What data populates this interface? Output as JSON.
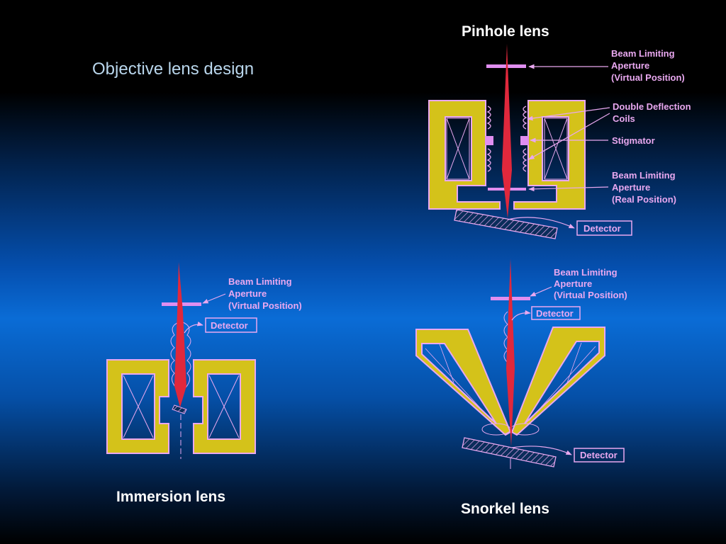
{
  "slide": {
    "title": "Objective lens design"
  },
  "pinhole": {
    "title": "Pinhole lens",
    "labels": {
      "aperture_virtual": [
        "Beam Limiting",
        "Aperture",
        "(Virtual Position)"
      ],
      "deflection": [
        "Double Deflection",
        "Coils"
      ],
      "stigmator": "Stigmator",
      "aperture_real": [
        "Beam Limiting",
        "Aperture",
        "(Real Position)"
      ],
      "detector": "Detector"
    }
  },
  "immersion": {
    "title": "Immersion lens",
    "labels": {
      "aperture_virtual": [
        "Beam Limiting",
        "Aperture",
        "(Virtual Position)"
      ],
      "detector": "Detector"
    }
  },
  "snorkel": {
    "title": "Snorkel lens",
    "labels": {
      "aperture_virtual": [
        "Beam Limiting",
        "Aperture",
        "(Virtual Position)"
      ],
      "detector_top": "Detector",
      "detector_bottom": "Detector"
    }
  },
  "colors": {
    "pole_fill": "#d4c21a",
    "pole_edge": "#e9a8f0",
    "beam": "#e0283c",
    "label": "#e9a8f0",
    "aperture": "#e08ef0"
  }
}
